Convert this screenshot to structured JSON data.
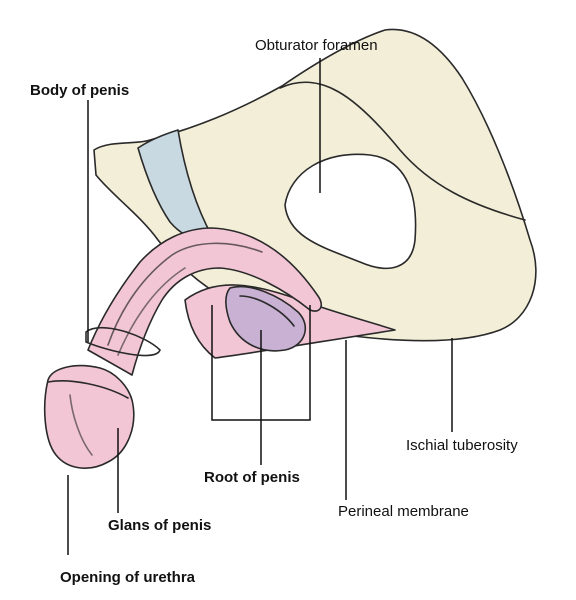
{
  "colors": {
    "bone": "#f3eed7",
    "bone_shade": "#e7e1c2",
    "symphysis": "#c9d9e2",
    "penis": "#f3c6d6",
    "penis_dark": "#e7a9c1",
    "crus": "#c9b1d3",
    "outline": "#2a2a2a"
  },
  "labels": {
    "obturator_foramen": "Obturator foramen",
    "body_of_penis": "Body of penis",
    "ischial_tuberosity": "Ischial tuberosity",
    "root_of_penis": "Root of penis",
    "perineal_membrane": "Perineal membrane",
    "glans_of_penis": "Glans of penis",
    "opening_of_urethra": "Opening of urethra"
  }
}
